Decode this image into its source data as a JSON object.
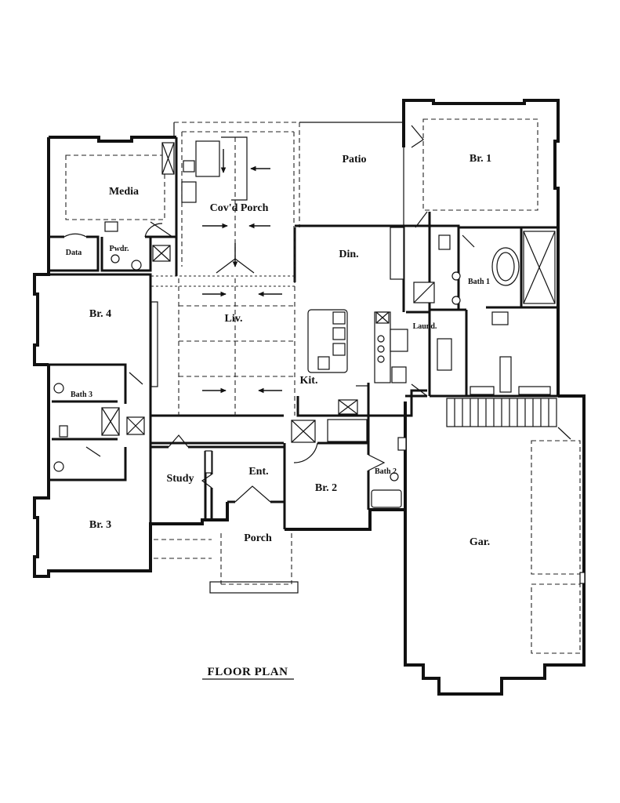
{
  "plan": {
    "title": "FLOOR PLAN",
    "rooms": {
      "media": "Media",
      "covd_porch": "Cov'd Porch",
      "patio": "Patio",
      "br1": "Br. 1",
      "data": "Data",
      "pwdr": "Pwdr.",
      "din": "Din.",
      "bath1": "Bath 1",
      "br4": "Br. 4",
      "liv": "Liv.",
      "laund": "Laund.",
      "bath3": "Bath 3",
      "kit": "Kit.",
      "bath2": "Bath 2",
      "study": "Study",
      "ent": "Ent.",
      "br2": "Br. 2",
      "br3": "Br. 3",
      "porch": "Porch",
      "gar": "Gar."
    }
  }
}
